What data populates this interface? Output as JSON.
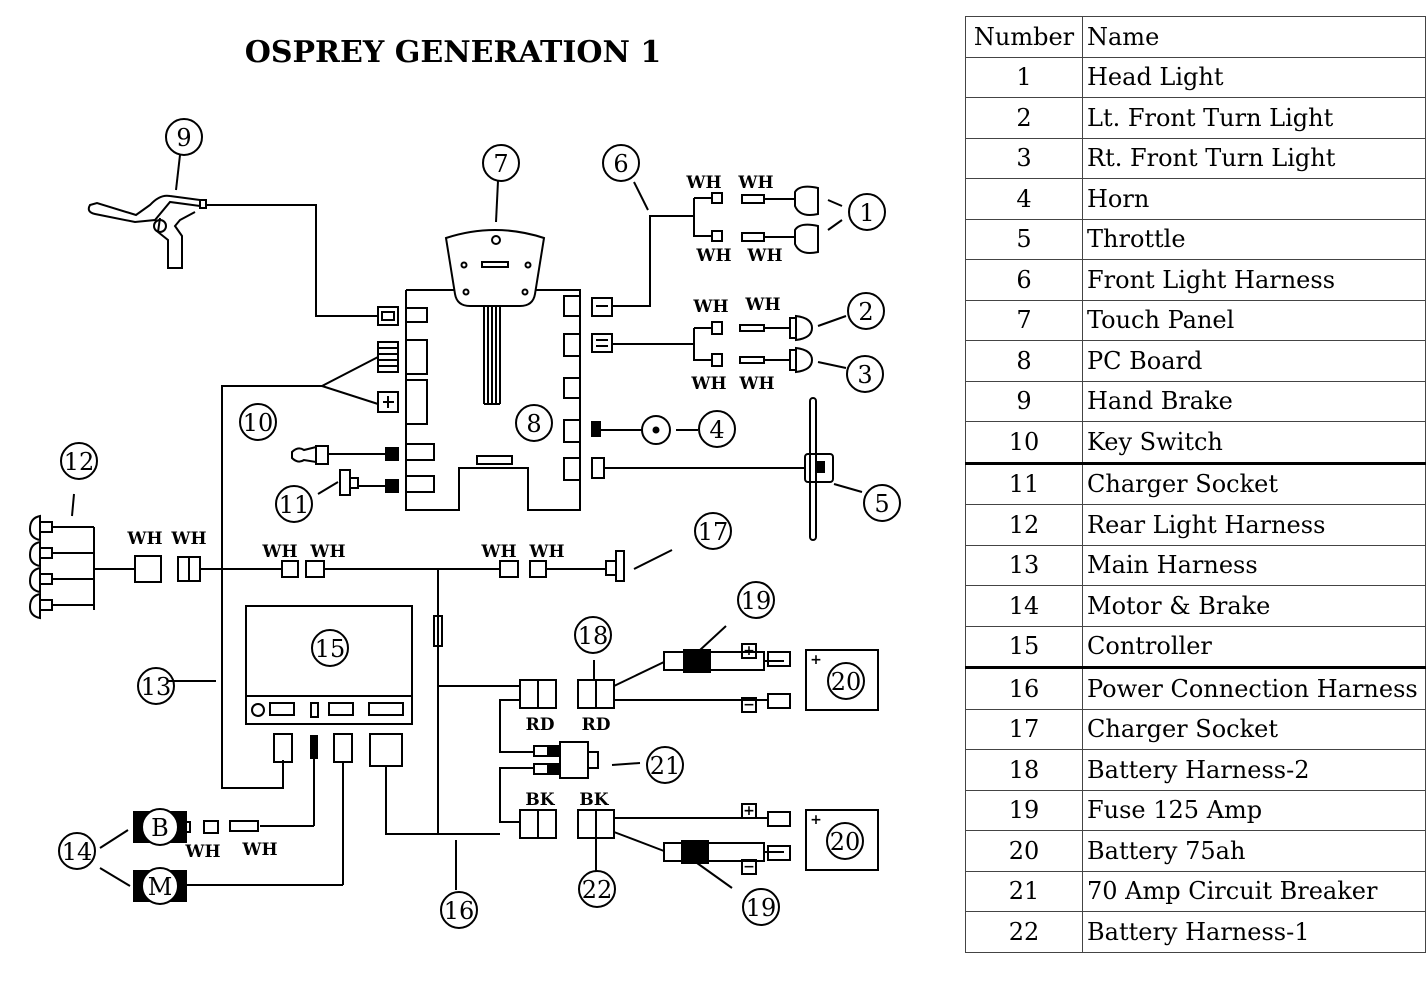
{
  "title": "OSPREY GENERATION 1",
  "legend": {
    "headers": {
      "number": "Number",
      "name": "Name"
    },
    "rows": [
      {
        "number": "1",
        "name": "Head Light"
      },
      {
        "number": "2",
        "name": "Lt. Front Turn Light"
      },
      {
        "number": "3",
        "name": "Rt. Front Turn Light"
      },
      {
        "number": "4",
        "name": "Horn"
      },
      {
        "number": "5",
        "name": "Throttle"
      },
      {
        "number": "6",
        "name": "Front Light Harness"
      },
      {
        "number": "7",
        "name": "Touch Panel"
      },
      {
        "number": "8",
        "name": "PC Board"
      },
      {
        "number": "9",
        "name": "Hand Brake"
      },
      {
        "number": "10",
        "name": "Key Switch"
      },
      {
        "number": "11",
        "name": "Charger Socket"
      },
      {
        "number": "12",
        "name": "Rear Light Harness"
      },
      {
        "number": "13",
        "name": "Main Harness"
      },
      {
        "number": "14",
        "name": "Motor & Brake"
      },
      {
        "number": "15",
        "name": "Controller"
      },
      {
        "number": "16",
        "name": "Power Connection Harness"
      },
      {
        "number": "17",
        "name": "Charger Socket"
      },
      {
        "number": "18",
        "name": "Battery Harness-2"
      },
      {
        "number": "19",
        "name": "Fuse 125 Amp"
      },
      {
        "number": "20",
        "name": "Battery 75ah"
      },
      {
        "number": "21",
        "name": "70 Amp Circuit Breaker"
      },
      {
        "number": "22",
        "name": "Battery Harness-1"
      }
    ]
  },
  "diagram": {
    "callouts": {
      "c1": "1",
      "c2": "2",
      "c3": "3",
      "c4": "4",
      "c5": "5",
      "c6": "6",
      "c7": "7",
      "c8": "8",
      "c9": "9",
      "c10": "10",
      "c11": "11",
      "c12": "12",
      "c13": "13",
      "c14": "14",
      "c15": "15",
      "c16": "16",
      "c17": "17",
      "c18": "18",
      "c19a": "19",
      "c19b": "19",
      "c20a": "20",
      "c20b": "20",
      "c21": "21",
      "c22": "22"
    },
    "wire_colors": {
      "white": "WH",
      "red": "RD",
      "black": "BK"
    },
    "motor_labels": {
      "brake": "B",
      "motor": "M"
    },
    "battery_terminals": {
      "positive": "+",
      "negative": "−"
    }
  }
}
